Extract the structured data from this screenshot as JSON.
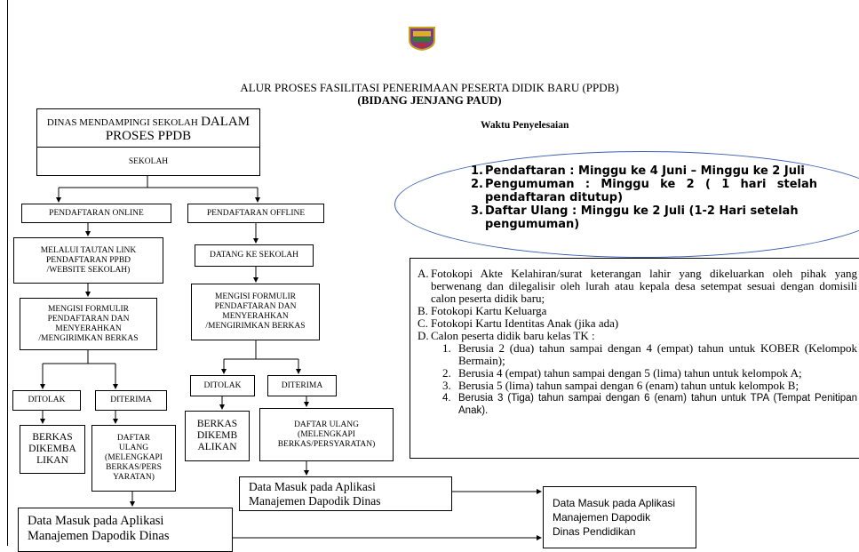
{
  "header": {
    "title": "ALUR PROSES FASILITASI PENERIMAAN PESERTA DIDIK BARU (PPDB)",
    "subtitle": "(BIDANG JENJANG PAUD)"
  },
  "flow": {
    "dinas": [
      "DINAS MENDAMPINGI SEKOLAH",
      "DALAM",
      "PROSES PPDB"
    ],
    "sekolah": "SEKOLAH",
    "online": "PENDAFTARAN ONLINE",
    "offline": "PENDAFTARAN OFFLINE",
    "tautan": [
      "MELALUI TAUTAN LINK",
      "PENDAFTARAN PPBD",
      "/WEBSITE SEKOLAH)"
    ],
    "datang": "DATANG KE SEKOLAH",
    "formulir_online": [
      "MENGISI FORMULIR",
      "PENDAFTARAN DAN",
      "MENYERAHKAN",
      "/MENGIRIMKAN BERKAS"
    ],
    "formulir_offline": [
      "MENGISI FORMULIR",
      "PENDAFTARAN DAN",
      "MENYERAHKAN",
      "/MENGIRIMKAN BERKAS"
    ],
    "ditolak_online": "DITOLAK",
    "diterima_online": "DITERIMA",
    "ditolak_offline": "DITOLAK",
    "diterima_offline": "DITERIMA",
    "berkas_online": [
      "BERKAS",
      "DIKEMBA",
      "LIKAN"
    ],
    "berkas_offline": [
      "BERKAS",
      "DIKEMB",
      "ALIKAN"
    ],
    "daftar_online": [
      "DAFTAR",
      "ULANG",
      "(MELENGKAPI",
      "BERKAS/PERS",
      "YARATAN)"
    ],
    "daftar_offline": [
      "DAFTAR ULANG",
      "(MELENGKAPI",
      "BERKAS/PERSYARATAN)"
    ],
    "dapodik_offline": [
      "Data Masuk pada Aplikasi",
      "Manajemen Dapodik Dinas"
    ],
    "dapodik_online": [
      "Data Masuk pada Aplikasi",
      "Manajemen Dapodik Dinas"
    ],
    "dapodik_pendidikan": [
      "Data Masuk pada Aplikasi",
      "Manajemen Dapodik",
      "Dinas Pendidikan"
    ]
  },
  "waktu": {
    "label": "Waktu Penyelesaian",
    "items": [
      {
        "num": "1.",
        "text": "Pendaftaran : Minggu ke 4 Juni  – Minggu ke 2 Juli"
      },
      {
        "num": "2.",
        "text": "Pengumuman  :  Minggu  ke  2  ( 1  hari  stelah pendaftaran ditutup)"
      },
      {
        "num": "3.",
        "text": "Daftar Ulang : Minggu ke 2 Juli (1-2 Hari setelah pengumuman)"
      }
    ]
  },
  "persyaratan": {
    "items": [
      {
        "key": "A.",
        "text": "Fotokopi Akte Kelahiran/surat keterangan lahir yang dikeluarkan oleh pihak yang berwenang dan dilegalisir oleh lurah atau kepala desa setempat sesuai dengan domisili calon peserta didik baru;"
      },
      {
        "key": "B.",
        "text": "Fotokopi Kartu Keluarga"
      },
      {
        "key": "C.",
        "text": "Fotokopi Kartu Identitas Anak (jika ada)"
      },
      {
        "key": "D.",
        "text": "Calon peserta didik baru kelas TK :"
      }
    ],
    "sub": [
      {
        "key": "1.",
        "text": "Berusia 2 (dua) tahun sampai dengan 4 (empat) tahun untuk KOBER (Kelompok Bermain);"
      },
      {
        "key": "2.",
        "text": "Berusia 4 (empat) tahun sampai dengan 5 (lima) tahun untuk kelompok A;"
      },
      {
        "key": "3.",
        "text": "Berusia 5 (lima) tahun sampai dengan 6 (enam) tahun untuk kelompok B;"
      },
      {
        "key": "4.",
        "text": "Berusia 3 (Tiga) tahun sampai dengan 6 (enam) tahun untuk TPA (Tempat Penitipan Anak)."
      }
    ]
  }
}
